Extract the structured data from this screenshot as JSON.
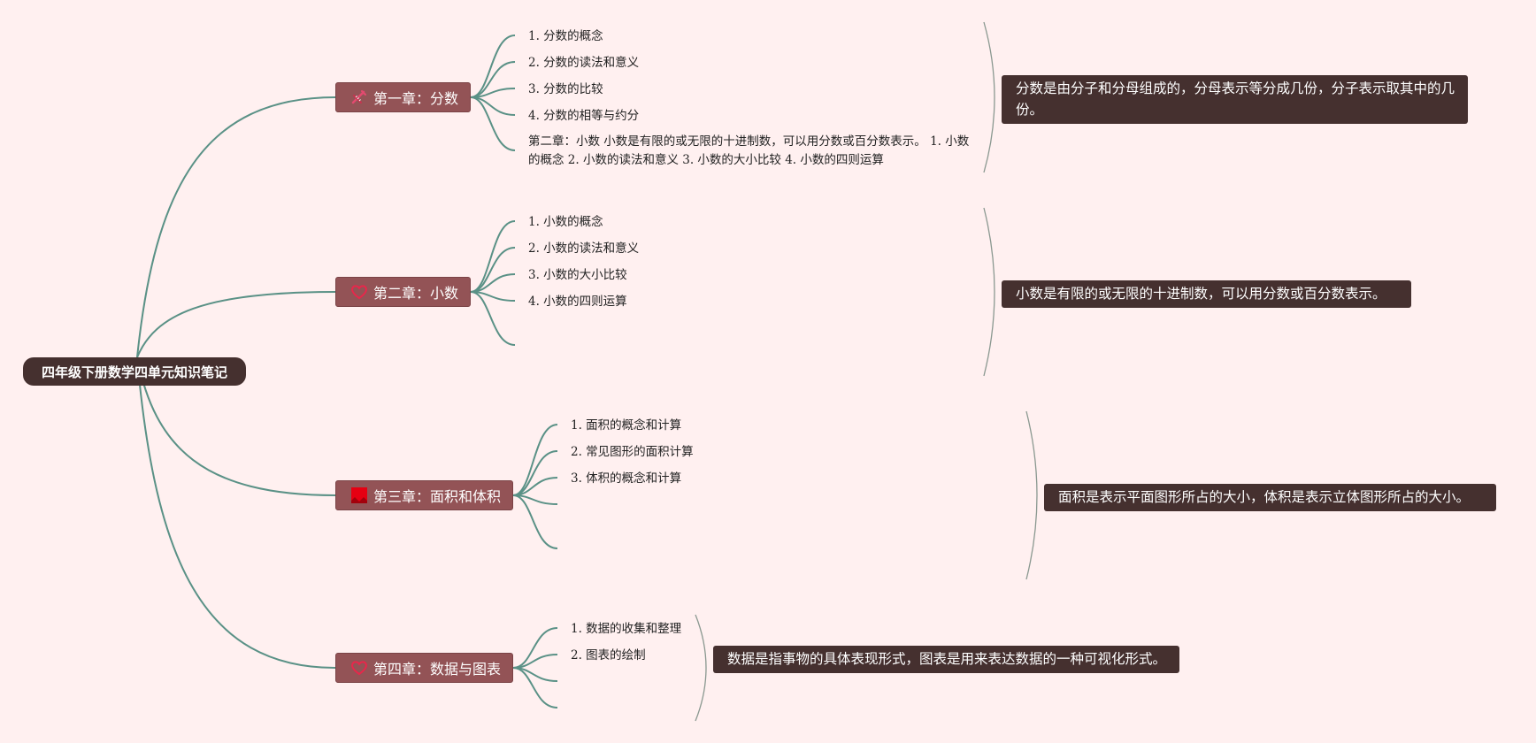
{
  "root": {
    "title": "四年级下册数学四单元知识笔记"
  },
  "chapters": [
    {
      "title": "第一章：分数",
      "icon": "pencil-ruler-icon",
      "items": [
        "1. 分数的概念",
        "2. 分数的读法和意义",
        "3. 分数的比较",
        "4. 分数的相等与约分",
        "第二章：小数 小数是有限的或无限的十进制数，可以用分数或百分数表示。 1. 小数的概念 2. 小数的读法和意义 3. 小数的大小比较 4. 小数的四则运算"
      ],
      "summary": "分数是由分子和分母组成的，分母表示等分成几份，分子表示取其中的几份。"
    },
    {
      "title": "第二章：小数",
      "icon": "heart-icon",
      "items": [
        "1. 小数的概念",
        "2. 小数的读法和意义",
        "3. 小数的大小比较",
        "4. 小数的四则运算"
      ],
      "summary": "小数是有限的或无限的十进制数，可以用分数或百分数表示。"
    },
    {
      "title": "第三章：面积和体积",
      "icon": "red-flag-icon",
      "items": [
        "1. 面积的概念和计算",
        "2. 常见图形的面积计算",
        "3. 体积的概念和计算"
      ],
      "summary": "面积是表示平面图形所占的大小，体积是表示立体图形所占的大小。"
    },
    {
      "title": "第四章：数据与图表",
      "icon": "heart-icon",
      "items": [
        "1. 数据的收集和整理",
        "2. 图表的绘制"
      ],
      "summary": "数据是指事物的具体表现形式，图表是用来表达数据的一种可视化形式。"
    }
  ],
  "colors": {
    "background": "#fff0f0",
    "root_fill": "#45302f",
    "chapter_fill": "#935356",
    "summary_fill": "#45302f",
    "connector": "#5a9186",
    "bracket": "#8a9890"
  }
}
